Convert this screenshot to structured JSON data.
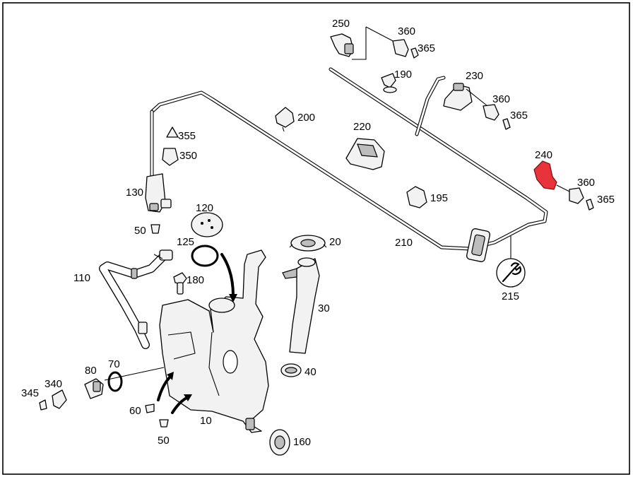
{
  "diagram": {
    "labels": {
      "p250": "250",
      "p360a": "360",
      "p365a": "365",
      "p190": "190",
      "p230": "230",
      "p360b": "360",
      "p365b": "365",
      "p200": "200",
      "p220": "220",
      "p240": "240",
      "p360c": "360",
      "p365c": "365",
      "p195": "195",
      "p355": "355",
      "p350": "350",
      "p130": "130",
      "p50a": "50",
      "p120": "120",
      "p125": "125",
      "p20": "20",
      "p210": "210",
      "p215": "215",
      "p110": "110",
      "p180": "180",
      "p30": "30",
      "p40": "40",
      "p80": "80",
      "p70": "70",
      "p340": "340",
      "p345": "345",
      "p60": "60",
      "p10": "10",
      "p50b": "50",
      "p160": "160"
    },
    "highlight_color": "#e8333b"
  }
}
